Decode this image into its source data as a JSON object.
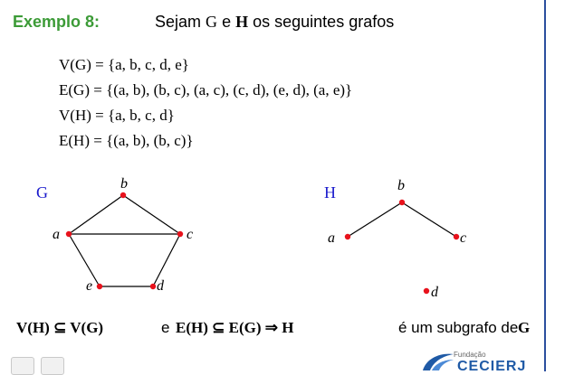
{
  "heading": {
    "label": "Exemplo 8:",
    "intro_prefix": "Sejam",
    "g": "G",
    "and": "e",
    "h": "H",
    "intro_suffix": "os seguintes grafos"
  },
  "definitions": [
    "V(G) = {a, b, c, d, e}",
    "E(G) = {(a, b), (b, c), (a, c), (c, d), (e, d), (a, e)}",
    "V(H) = {a, b, c, d}",
    "E(H) = {(a, b), (b, c)}"
  ],
  "graph_g": {
    "name": "G",
    "vertices": [
      "a",
      "b",
      "c",
      "d",
      "e"
    ],
    "edges": [
      [
        "a",
        "b"
      ],
      [
        "b",
        "c"
      ],
      [
        "a",
        "c"
      ],
      [
        "c",
        "d"
      ],
      [
        "e",
        "d"
      ],
      [
        "a",
        "e"
      ]
    ]
  },
  "graph_h": {
    "name": "H",
    "vertices": [
      "a",
      "b",
      "c",
      "d"
    ],
    "edges": [
      [
        "a",
        "b"
      ],
      [
        "b",
        "c"
      ]
    ]
  },
  "conclusion": {
    "vertex_subset": "V(H) ⊆ V(G)",
    "and": "e",
    "edge_subset": "E(H) ⊆ E(G) ⇒ H",
    "text": "é um subgrafo de",
    "g": "G"
  },
  "logo": {
    "small": "Fundação",
    "big": "CECIERJ"
  },
  "colors": {
    "label_green": "#3c9b37",
    "vertex_red": "#e8121c",
    "graph_name_blue": "#1a1acc",
    "rule_blue": "#2b4f9e"
  }
}
